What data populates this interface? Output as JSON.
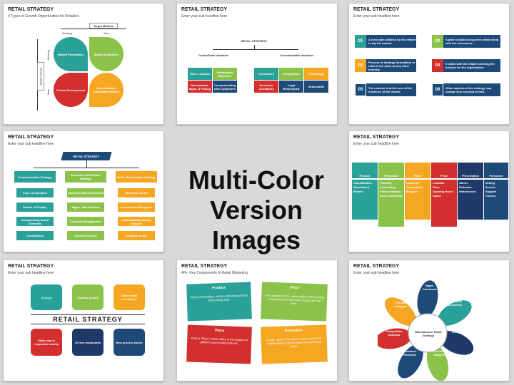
{
  "center": {
    "line1": "Multi-Color",
    "line2": "Version Images"
  },
  "colors": {
    "green": "#8bc34a",
    "teal": "#2aa198",
    "red": "#d32f2f",
    "orange": "#f5a623",
    "blue": "#1e4a7a",
    "navy": "#1f3a68"
  },
  "slides": [
    {
      "title": "RETAIL STRATEGY",
      "subtitle": "4 Types of Growth Opportunities for Retailers",
      "labels": {
        "target": "Target Markets",
        "existing": "Existing",
        "new": "New",
        "formats": "Retail Format",
        "existing_v": "Existing",
        "new_v": "New"
      },
      "quads": [
        "Market Penetration",
        "Market Expansion",
        "Format Development",
        "Diversification (unrelated/ related)"
      ]
    },
    {
      "title": "RETAIL STRATEGY",
      "subtitle": "Enter your sub headline here",
      "root": "RETAIL STRATEGY",
      "left": "Controllable Variables",
      "right": "Uncontrollable Variables",
      "lcells": [
        "Store Location",
        "Managing a Business",
        "Merchandise Mgmt. & Pricing",
        "Communicating with Customers"
      ],
      "rcells": [
        "Consumers",
        "Competition",
        "Technology",
        "Economic Conditions",
        "Legal Restrictions",
        "Seasonality"
      ]
    },
    {
      "title": "RETAIL STRATEGY",
      "subtitle": "Enter your sub headline here",
      "items": [
        {
          "num": "01",
          "text": "A clear plan outlined by the retailer to tap the market."
        },
        {
          "num": "02",
          "text": "A plan to build a long-term relationship with the consumers."
        },
        {
          "num": "03",
          "text": "Process of strategy formulation in retail is the same as any other industry."
        },
        {
          "num": "04",
          "text": "It starts with the retailer defining the mission for the organization."
        },
        {
          "num": "05",
          "text": "The mission is at the core of the existence of the retailer."
        },
        {
          "num": "06",
          "text": "Other aspects of the strategy may change over a period of time."
        }
      ]
    },
    {
      "title": "RETAIL STRATEGY",
      "subtitle": "Enter your sub headline here",
      "root": "RETAIL STRATEGY",
      "cols": [
        {
          "head": "Communication Strategy",
          "items": [
            "Loan combination",
            "Modes of Display",
            "Incorporating Brand Elements",
            "Consistency"
          ]
        },
        {
          "head": "Exclusive Retail Store Strategy",
          "items": [
            "Capturing Brand Elements",
            "Mgmt - Non Stockist",
            "Customer Engagement",
            "Superior Service"
          ]
        },
        {
          "head": "Multi - Brand Outlet Strategy",
          "items": [
            "Seasonal Corner",
            "Assortment Planogram",
            "Informational Display Support",
            "Compete Audio"
          ]
        }
      ]
    },
    {
      "title": "RETAIL STRATEGY",
      "subtitle": "Enter your sub headline here",
      "cols": [
        {
          "head": "Product",
          "items": [
            "Classification",
            "Assortment",
            "Brands"
          ]
        },
        {
          "head": "Promotion",
          "items": [
            "Publicity",
            "Advertising",
            "Public relations",
            "Direct marketing"
          ]
        },
        {
          "head": "Place",
          "items": [
            "Customer",
            "Competition",
            "Mergers"
          ]
        },
        {
          "head": "Price",
          "items": [
            "Location",
            "Sites",
            "Opening Hours",
            "Space"
          ]
        },
        {
          "head": "Presentation",
          "items": [
            "Stores",
            "Websites",
            "Warehouses"
          ]
        },
        {
          "head": "Personnel",
          "items": [
            "Selling",
            "Service",
            "Support",
            "Convey"
          ]
        }
      ]
    },
    {
      "title": "RETAIL STRATEGY",
      "subtitle": "Enter your sub headline here",
      "center": "RETAIL STRATEGY",
      "top": [
        "Strategy",
        "Country growth",
        "Direct retail recruitment"
      ],
      "bottom": [
        "Sales stay in respective county",
        "10 new restaurants",
        "New grocery stores"
      ]
    },
    {
      "title": "RETAIL STRATEGY",
      "subtitle": "4Ps: Key Components of Retail Marketing",
      "cards": [
        {
          "head": "Product",
          "text": "First is the Product, which is the physical item that's being sold."
        },
        {
          "head": "Price",
          "text": "The second is Price, which refers to the pricing strategy that the merchant uses to sell the item."
        },
        {
          "head": "Place",
          "text": "Third is \"Place\" which refers to the location or platform used to sell products."
        },
        {
          "head": "Promotion",
          "text": "Finally, there's Promotion, which is what the retailer does to get the word out and entice sales."
        }
      ]
    },
    {
      "title": "RETAIL STRATEGY",
      "subtitle": "Enter your sub headline here",
      "center": "Manufacturer Retail Strategy",
      "petals": [
        "Mgmt. Interviews",
        "Organization Assessment",
        "Merchandise Mix Analysis",
        "Price Points Analysis",
        "Customer Research",
        "Competition Analysis",
        "Format Analysis"
      ]
    }
  ]
}
